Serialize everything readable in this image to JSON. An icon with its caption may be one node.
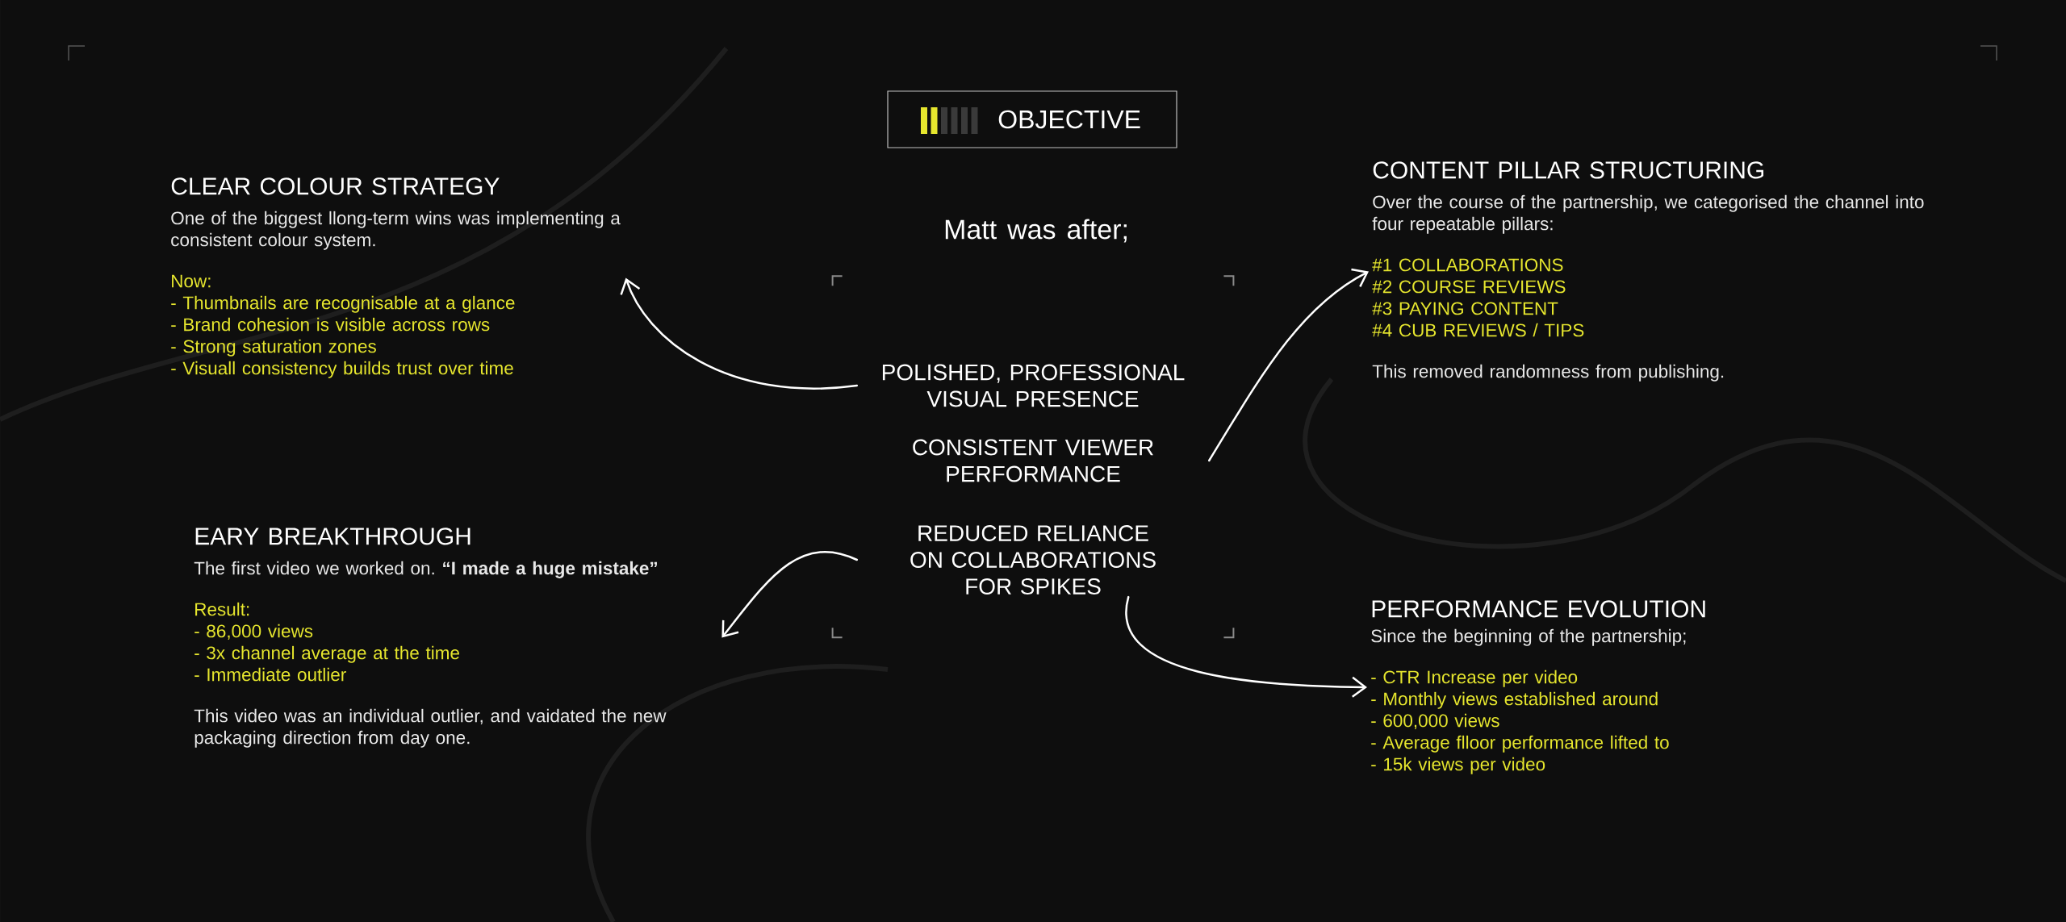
{
  "diagram": {
    "title": "OBJECTIVE",
    "nodes": [
      {
        "text": [],
        "shape": "box"
      },
      {
        "text": [
          "POLISHED, PROFESSIONAL VISUAL PRESENCE"
        ],
        "in": 0
      },
      {
        "text": [
          "CONSISTENT VIEWER PERFORMANCE"
        ],
        "in": 0
      },
      {
        "text": [
          "REDUCED RELIANCE ON COLLABORATIONS FOR SPIKES"
        ],
        "in": 0
      },
      {
        "text": [
          "CLEAR COLOUR STRATEGY",
          "One of the biggest llong-term wins was implementing a consistent colour system.",
          "Now:",
          "- Thumbnails are recognisable at a glance",
          "- Brand cohesion is visible across rows",
          "- Strong saturation zones",
          "- Visuall consistency builds trust over time"
        ]
      },
      {
        "text": [
          "CONTENT PILLAR STRUCTURING",
          "Over the course of the partnership, we categorised the channel into four repeatable pillars:",
          "#1 COLLABORATIONS",
          "#2 COURSE REVIEWS",
          "#3 PAYING CONTENT",
          "#4 CUB REVIEWS / TIPS",
          "This removed randomness from publishing."
        ]
      },
      {
        "text": [
          "EARY BREAKTHROUGH",
          "The first video we worked on. **“I made a huge mistake”**",
          "Result:",
          "- 86,000 views",
          "- 3x channel average at the time",
          "- Immediate outlier",
          "This video was an individual outlier, and vaidated the new packaging direction from day one."
        ]
      },
      {
        "text": [
          "PERFORMANCE EVOLUTION",
          "Since the beginning of the partnership;",
          "- CTR Increase per video",
          "- Monthly views established around",
          "- 600,000 views",
          "- Average flloor performance lifted to",
          "- 15k views per video"
        ]
      }
    ],
    "edges": [
      {
        "from": 1,
        "to": 4,
        "arrow": "to"
      },
      {
        "from": 2,
        "to": 5,
        "arrow": "to"
      },
      {
        "from": 3,
        "to": 6,
        "arrow": "to"
      },
      {
        "from": 3,
        "to": 7,
        "arrow": "to"
      }
    ],
    "labels": [
      "Matt was after;"
    ]
  }
}
